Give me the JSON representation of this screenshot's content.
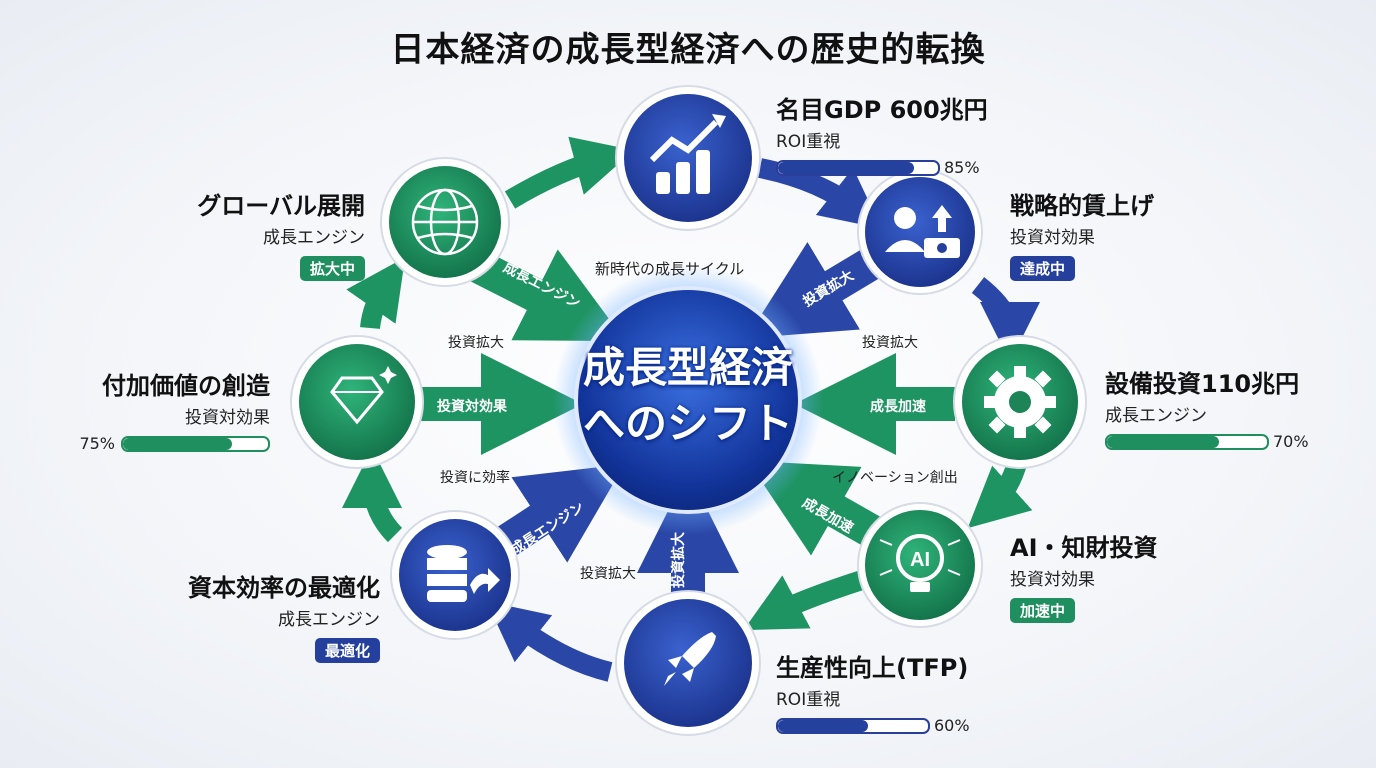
{
  "title": "日本経済の成長型経済への歴史的転換",
  "center": {
    "line1": "成長型経済",
    "line2": "へのシフト"
  },
  "cycle_label": "新時代の成長サイクル",
  "nodes": {
    "gdp": {
      "title": "名目GDP 600兆円",
      "sub": "ROI重視",
      "progress": 85,
      "pct_text": "85%",
      "icon": "growth-coins-icon"
    },
    "wage": {
      "title": "戦略的賃上げ",
      "sub": "投資対効果",
      "badge": "達成中",
      "icon": "person-money-icon"
    },
    "capex": {
      "title": "設備投資110兆円",
      "sub": "成長エンジン",
      "progress": 70,
      "pct_text": "70%",
      "icon": "gear-icon"
    },
    "ai": {
      "title": "AI・知財投資",
      "sub": "投資対効果",
      "badge": "加速中",
      "icon": "ai-bulb-icon"
    },
    "tfp": {
      "title": "生産性向上(TFP)",
      "sub": "ROI重視",
      "progress": 60,
      "pct_text": "60%",
      "icon": "rocket-icon"
    },
    "capital": {
      "title": "資本効率の最適化",
      "sub": "成長エンジン",
      "badge": "最適化",
      "icon": "database-arrow-icon"
    },
    "value": {
      "title": "付加価値の創造",
      "sub": "投資対効果",
      "progress": 75,
      "pct_text": "75%",
      "icon": "diamond-icon"
    },
    "global": {
      "title": "グローバル展開",
      "sub": "成長エンジン",
      "badge": "拡大中",
      "icon": "globe-icon"
    }
  },
  "arrow_labels": {
    "global_to_center": "成長エンジン",
    "wage_to_center": "投資拡大",
    "value_to_center": "投資対効果",
    "capex_to_center": "成長加速",
    "ai_to_center": "成長加速",
    "capital_to_center": "成長エンジン",
    "tfp_to_center": "投資拡大"
  },
  "flow_labels": {
    "left_upper": "投資拡大",
    "right_upper": "投資拡大",
    "left_lower": "投資に効率",
    "right_lower": "イノベーション創出",
    "bottom_left": "投資拡大"
  },
  "colors": {
    "blue": "#253f9c",
    "green": "#1f8f5f",
    "center": "#1b3fa8"
  }
}
